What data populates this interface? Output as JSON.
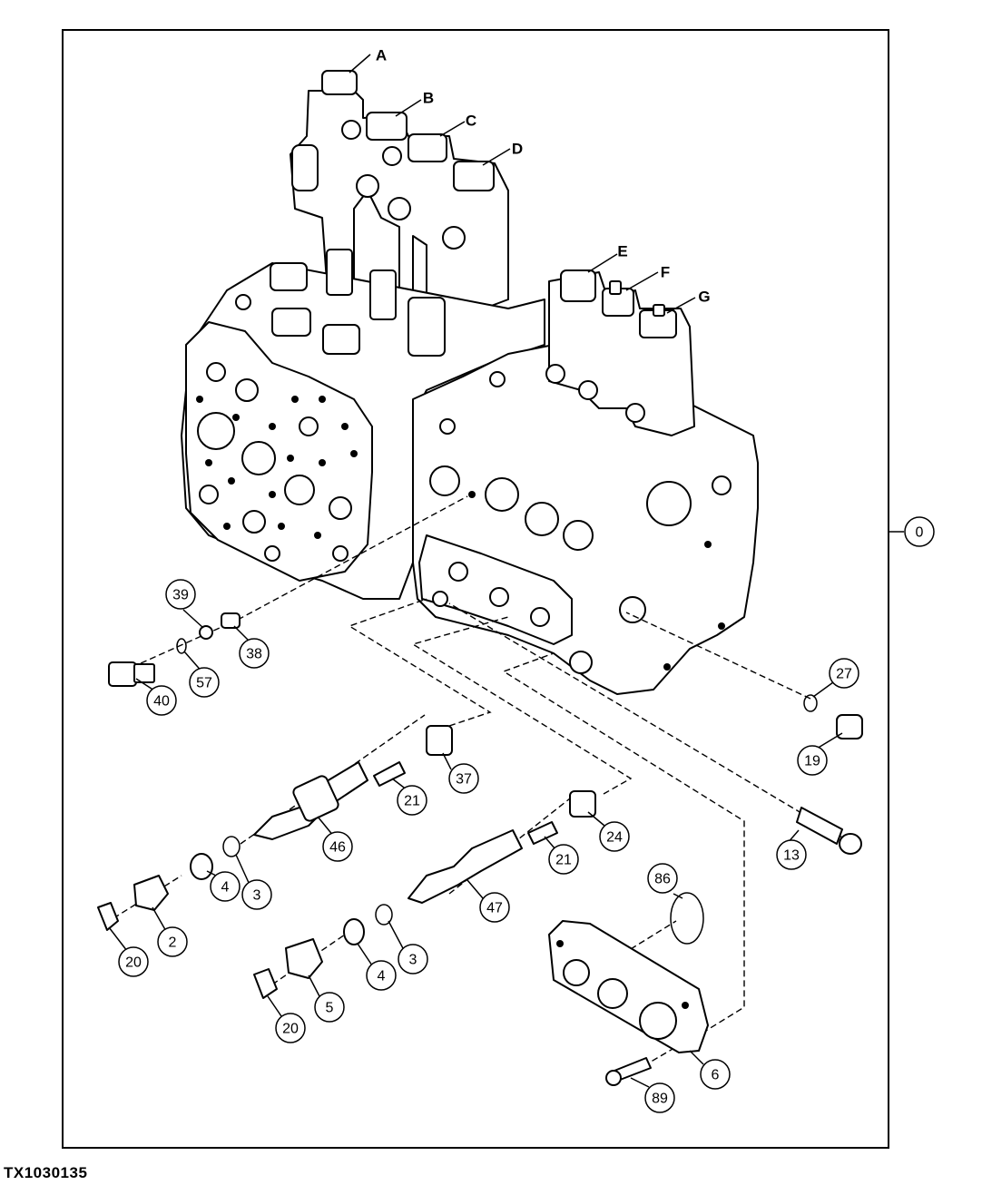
{
  "figure_id": "TX1030135",
  "assembly_callout": "0",
  "letter_labels": [
    {
      "id": "label-a",
      "text": "A"
    },
    {
      "id": "label-b",
      "text": "B"
    },
    {
      "id": "label-c",
      "text": "C"
    },
    {
      "id": "label-d",
      "text": "D"
    },
    {
      "id": "label-e",
      "text": "E"
    },
    {
      "id": "label-f",
      "text": "F"
    },
    {
      "id": "label-g",
      "text": "G"
    }
  ],
  "callouts": [
    {
      "id": "callout-39",
      "text": "39"
    },
    {
      "id": "callout-38",
      "text": "38"
    },
    {
      "id": "callout-57",
      "text": "57"
    },
    {
      "id": "callout-40",
      "text": "40"
    },
    {
      "id": "callout-27",
      "text": "27"
    },
    {
      "id": "callout-19",
      "text": "19"
    },
    {
      "id": "callout-37",
      "text": "37"
    },
    {
      "id": "callout-21a",
      "text": "21"
    },
    {
      "id": "callout-46",
      "text": "46"
    },
    {
      "id": "callout-3a",
      "text": "3"
    },
    {
      "id": "callout-4a",
      "text": "4"
    },
    {
      "id": "callout-2",
      "text": "2"
    },
    {
      "id": "callout-20a",
      "text": "20"
    },
    {
      "id": "callout-24",
      "text": "24"
    },
    {
      "id": "callout-21b",
      "text": "21"
    },
    {
      "id": "callout-13",
      "text": "13"
    },
    {
      "id": "callout-47",
      "text": "47"
    },
    {
      "id": "callout-86",
      "text": "86"
    },
    {
      "id": "callout-3b",
      "text": "3"
    },
    {
      "id": "callout-4b",
      "text": "4"
    },
    {
      "id": "callout-5",
      "text": "5"
    },
    {
      "id": "callout-20b",
      "text": "20"
    },
    {
      "id": "callout-6",
      "text": "6"
    },
    {
      "id": "callout-89",
      "text": "89"
    }
  ]
}
